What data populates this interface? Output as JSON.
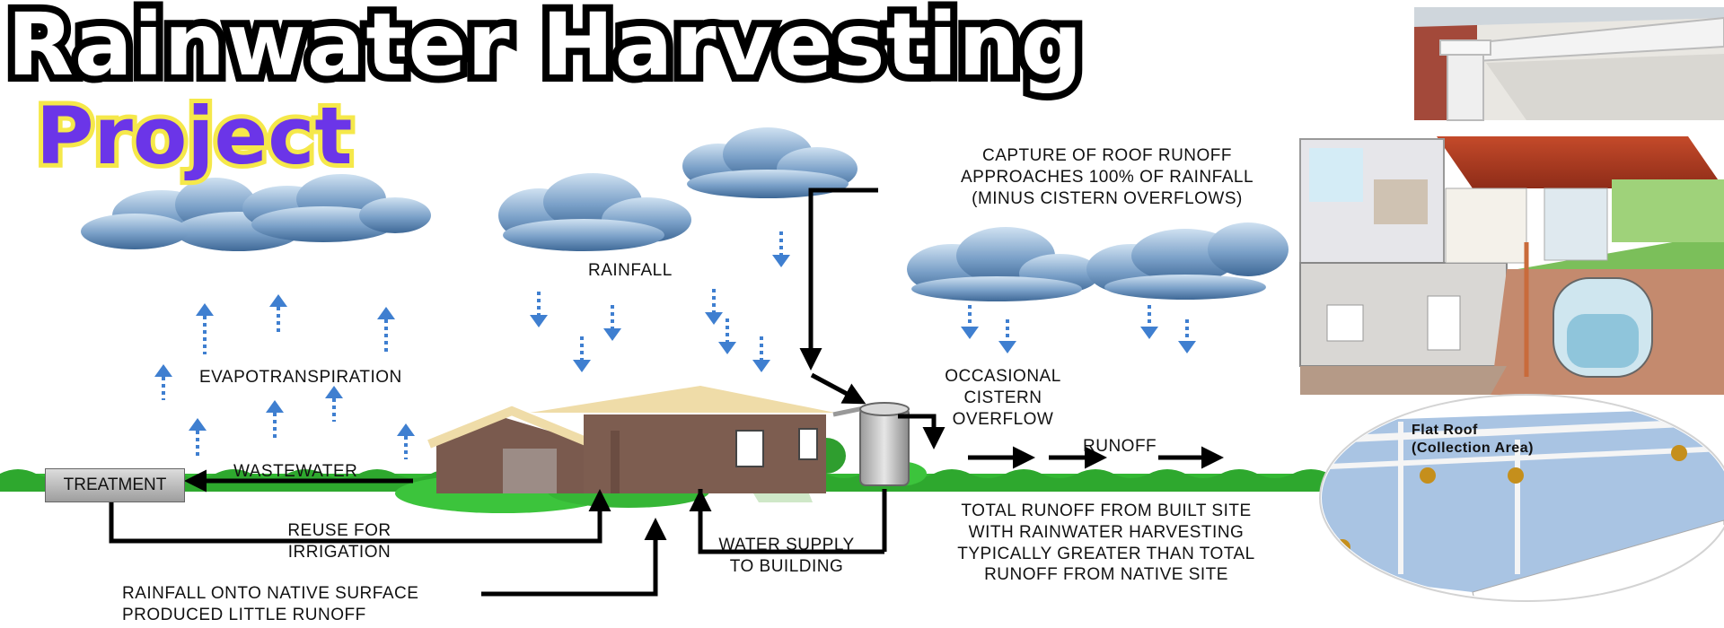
{
  "title": {
    "line1": "Rainwater Harvesting",
    "line2": "Project"
  },
  "labels": {
    "rainfall": "RAINFALL",
    "evapotranspiration": "EVAPOTRANSPIRATION",
    "wastewater": "WASTEWATER",
    "treatment": "TREATMENT",
    "reuse": "REUSE FOR\nIRRIGATION",
    "native_surface": "RAINFALL ONTO NATIVE SURFACE\nPRODUCED LITTLE RUNOFF",
    "water_supply": "WATER SUPPLY\nTO BUILDING",
    "roof_capture": "CAPTURE OF ROOF RUNOFF\nAPPROACHES 100% OF RAINFALL\n(MINUS CISTERN OVERFLOWS)",
    "overflow": "OCCASIONAL\nCISTERN\nOVERFLOW",
    "runoff": "RUNOFF",
    "total_runoff": "TOTAL RUNOFF FROM BUILT SITE\nWITH RAINWATER HARVESTING\nTYPICALLY GREATER THAN TOTAL\nRUNOFF FROM NATIVE SITE",
    "flat_roof": "Flat Roof\n(Collection Area)"
  },
  "colors": {
    "cloud": "#7aa0c8",
    "arrow_blue": "#3f7fd0",
    "grass": "#2fb52f",
    "house_wall": "#7a5a4e",
    "house_roof": "#efdca8",
    "roof_blue": "#a9c4e3",
    "title_purple": "#6b35e8"
  }
}
